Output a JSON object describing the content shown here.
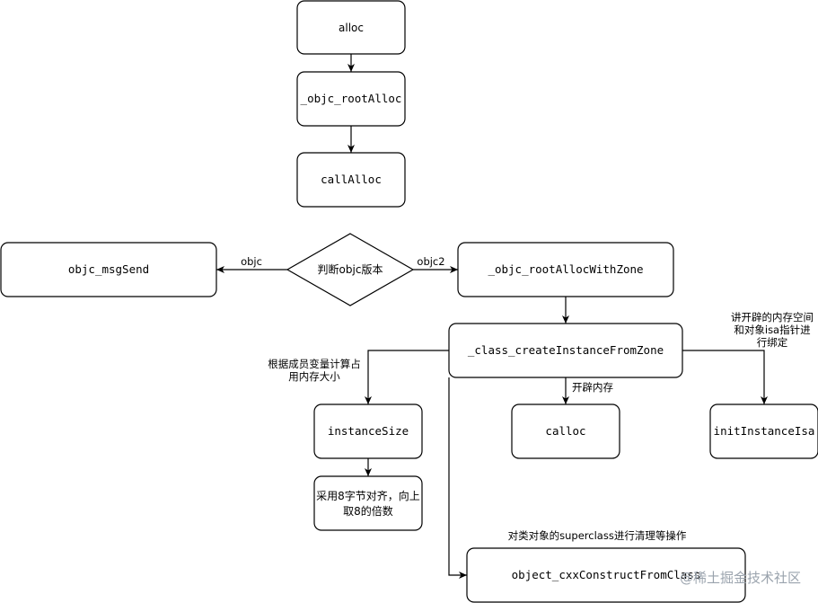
{
  "colors": {
    "stroke": "#000000",
    "code_green": "#1f5b5b",
    "code_purple": "#6a2bb5",
    "watermark": "#9aa3ad"
  },
  "nodes": {
    "alloc": "alloc",
    "objc_rootAlloc": "_objc_rootAlloc",
    "callAlloc": "callAlloc",
    "decision": "判断objc版本",
    "objc_msgSend": "objc_msgSend",
    "objc_rootAllocWithZone": "_objc_rootAllocWithZone",
    "class_createInstanceFromZone": "_class_createInstanceFromZone",
    "instanceSize": "instanceSize",
    "calloc": "calloc",
    "initInstanceIsa": "initInstanceIsa",
    "align8_line1": "采用8字节对齐，向上",
    "align8_line2": "取8的倍数",
    "cxxConstruct": "object_cxxConstructFromClass"
  },
  "labels": {
    "objc": "objc",
    "objc2": "objc2",
    "memsize_line1": "根据成员变量计算占",
    "memsize_line2": "用内存大小",
    "open_mem": "开辟内存",
    "isa_line1": "讲开辟的内存空间",
    "isa_line2": "和对象isa指针进",
    "isa_line3": "行绑定",
    "superclass_op": "对类对象的superclass进行清理等操作"
  },
  "watermark": "@稀土掘金技术社区"
}
